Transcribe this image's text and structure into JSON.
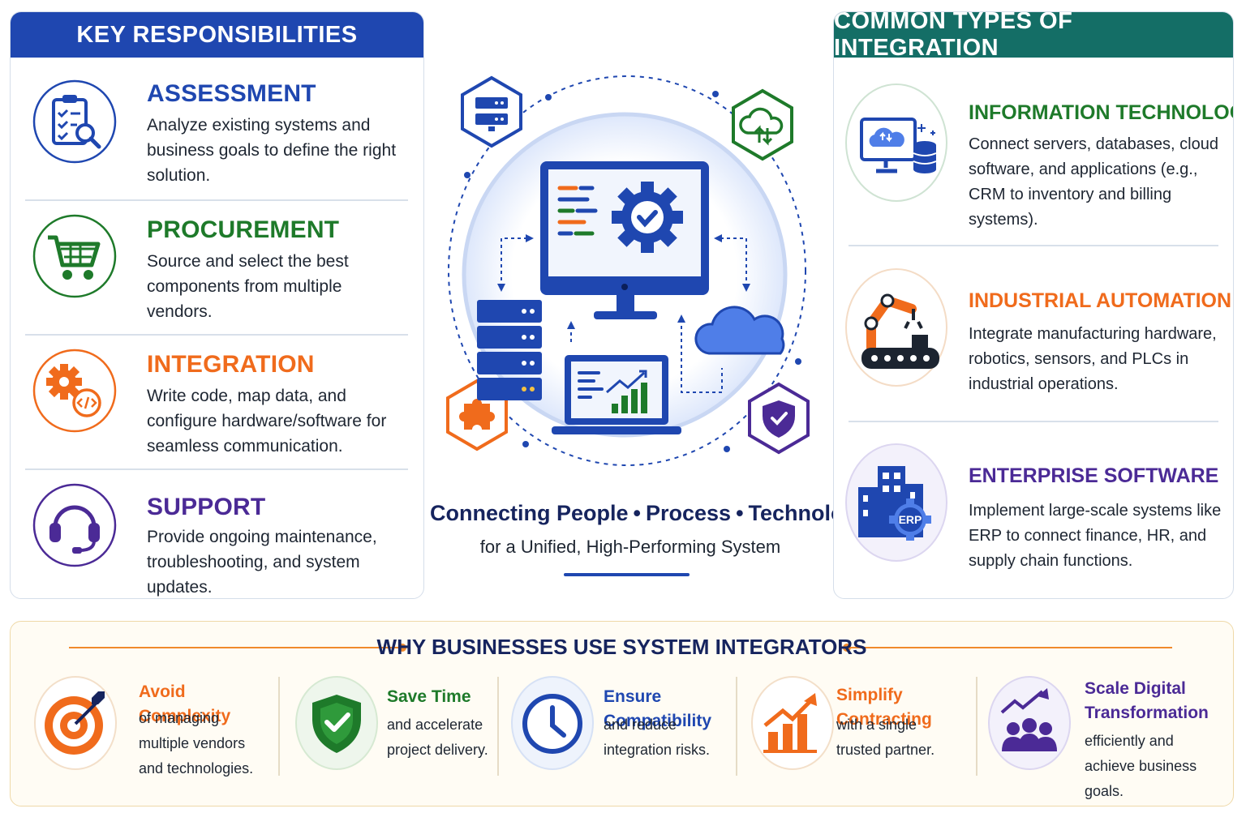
{
  "colors": {
    "blue": "#1f47b0",
    "teal": "#146e66",
    "green": "#1e7a2a",
    "orange": "#f06b1c",
    "purple": "#4b2a96",
    "navy": "#16245e"
  },
  "left_panel": {
    "header": "KEY RESPONSIBILITIES",
    "items": [
      {
        "title": "ASSESSMENT",
        "desc": "Analyze existing systems and business goals to define the right solution.",
        "icon": "clipboard-search-icon",
        "color": "#1f47b0"
      },
      {
        "title": "PROCUREMENT",
        "desc": "Source and select the best components from multiple vendors.",
        "icon": "shopping-cart-icon",
        "color": "#1e7a2a"
      },
      {
        "title": "INTEGRATION",
        "desc": "Write code, map data, and configure hardware/software for seamless communication.",
        "icon": "gear-code-icon",
        "color": "#f06b1c"
      },
      {
        "title": "SUPPORT",
        "desc": "Provide ongoing maintenance, troubleshooting, and system updates.",
        "icon": "headset-icon",
        "color": "#4b2a96"
      }
    ]
  },
  "right_panel": {
    "header": "COMMON TYPES OF INTEGRATION",
    "items": [
      {
        "title": "INFORMATION TECHNOLOGY (IT)",
        "desc": "Connect servers, databases, cloud software, and applications (e.g., CRM to inventory and billing systems).",
        "icon": "monitor-database-icon",
        "color": "#1e7a2a"
      },
      {
        "title": "INDUSTRIAL AUTOMATION",
        "desc": "Integrate manufacturing hardware, robotics, sensors, and PLCs in industrial operations.",
        "icon": "robot-arm-icon",
        "color": "#f06b1c"
      },
      {
        "title": "ENTERPRISE SOFTWARE",
        "desc": "Implement large-scale systems like ERP to connect finance, HR, and supply chain functions.",
        "icon": "building-erp-icon",
        "color": "#4b2a96"
      }
    ]
  },
  "center": {
    "tagline_parts": [
      "Connecting People",
      "Process",
      "Technology"
    ],
    "tagline_sep": "•",
    "subtagline": "for a Unified, High-Performing System",
    "erp_badge": "ERP"
  },
  "bottom": {
    "title": "WHY BUSINESSES USE SYSTEM INTEGRATORS",
    "items": [
      {
        "title": "Avoid Complexity",
        "desc": "of managing multiple vendors and technologies.",
        "icon": "target-icon",
        "color": "#f06b1c"
      },
      {
        "title": "Save Time",
        "desc": "and accelerate project delivery.",
        "icon": "shield-check-icon",
        "color": "#1e7a2a"
      },
      {
        "title": "Ensure Compatibility",
        "desc": "and reduce integration risks.",
        "icon": "clock-icon",
        "color": "#1f47b0"
      },
      {
        "title": "Simplify Contracting",
        "desc": "with a single trusted partner.",
        "icon": "growth-chart-icon",
        "color": "#f06b1c"
      },
      {
        "title": "Scale Digital Transformation",
        "desc": "efficiently and achieve business goals.",
        "icon": "team-growth-icon",
        "color": "#4b2a96"
      }
    ]
  }
}
